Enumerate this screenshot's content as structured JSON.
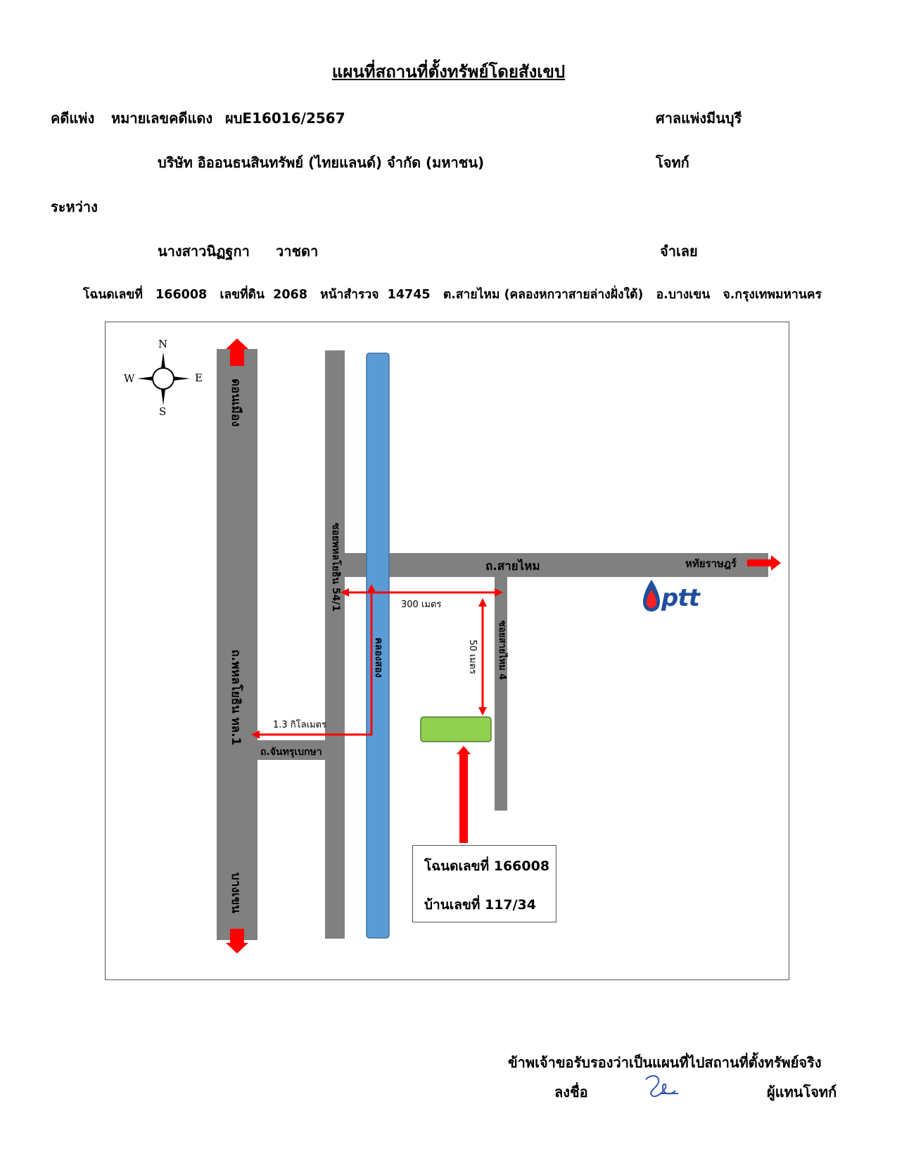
{
  "title": "แผนที่สถานที่ตั้งทรัพย์โดยสังเขป",
  "case": {
    "label": "คดีแพ่ง",
    "number_label": "หมายเลขคดีแดง",
    "number": "ผบE16016/2567",
    "court": "ศาลแพ่งมีนบุรี"
  },
  "plaintiff": {
    "name": "บริษัท อิออนธนสินทรัพย์ (ไทยแลนด์) จำกัด (มหาชน)",
    "role": "โจทก์"
  },
  "between": "ระหว่าง",
  "defendant": {
    "first_name": "นางสาวนิฏฐกา",
    "last_name": "วาชดา",
    "role": "จำเลย"
  },
  "deed_line": "โฉนดเลขที่   166008   เลขที่ดิน  2068   หน้าสำรวจ  14745   ต.สายไหม (คลองหกวาสายล่างฝั่งใต้)   อ.บางเขน   จ.กรุงเทพมหานคร",
  "map": {
    "compass": {
      "n": "N",
      "s": "S",
      "e": "E",
      "w": "W"
    },
    "labels": {
      "don_mueang": "ดอนเมือง",
      "bang_khen": "บางเขน",
      "phahonyothin_main": "ถ.พหลโยธิน ทล.1",
      "soi_phahonyothin": "ซอยพหลโยธิน 54/1",
      "khlong": "คลองสอง",
      "sai_mai_road": "ถ.สายไหม",
      "hathai_rat": "หทัยราษฎร์",
      "chantrubeksa": "ถ.จันทรุเบกษา",
      "soi_sai_mai_4": "ซอยสายไหม 4",
      "dist_300": "300 เมตร",
      "dist_50": "50 เมตร",
      "dist_1_3": "1.3 กิโลเมตร",
      "ptt": "ptt"
    },
    "property_box": {
      "deed": "โฉนดเลขที่ 166008",
      "house": "บ้านเลขที่ 117/34"
    },
    "colors": {
      "road": "#808080",
      "canal": "#5b9bd5",
      "arrow": "#ff0000",
      "property": "#92d050",
      "ptt_blue": "#1f4e9b"
    }
  },
  "certify": "ข้าพเจ้าขอรับรองว่าเป็นแผนที่ไปสถานที่ตั้งทรัพย์จริง",
  "sign_label": "ลงชื่อ",
  "sign_role": "ผู้แทนโจทก์"
}
